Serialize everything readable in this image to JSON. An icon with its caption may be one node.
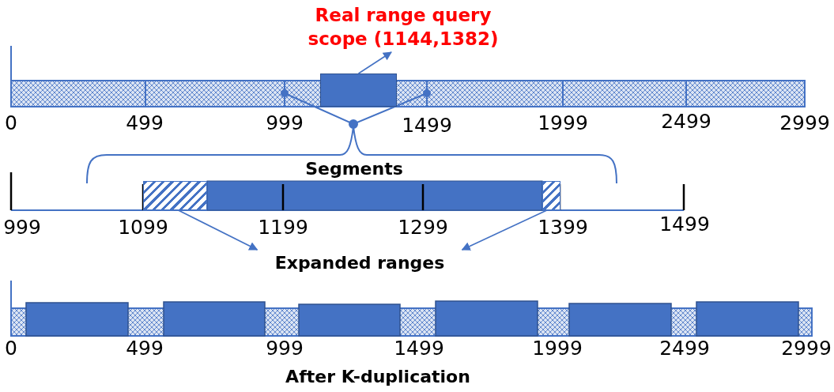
{
  "diagram": {
    "nodes": [
      {
        "text": [
          "Real range query scope (1144,1382)"
        ]
      },
      {
        "text": [],
        "shape": "box"
      },
      {
        "text": [
          "Expanded ranges"
        ]
      },
      {
        "text": [],
        "shape": "box"
      },
      {
        "text": [],
        "shape": "box"
      }
    ],
    "edges": [
      {
        "from": 1,
        "to": 0,
        "arrow": "to"
      },
      {
        "from": 3,
        "to": 2,
        "arrow": "to"
      },
      {
        "from": 4,
        "to": 2,
        "arrow": "to"
      }
    ],
    "labels": [
      "0",
      "499",
      "999",
      "1499",
      "1999",
      "2499",
      "2999",
      "Segments",
      "999",
      "1099",
      "1199",
      "1299",
      "1399",
      "1499",
      "0",
      "499",
      "999",
      "1499",
      "1999",
      "2499",
      "2999",
      "After K-duplication"
    ]
  }
}
